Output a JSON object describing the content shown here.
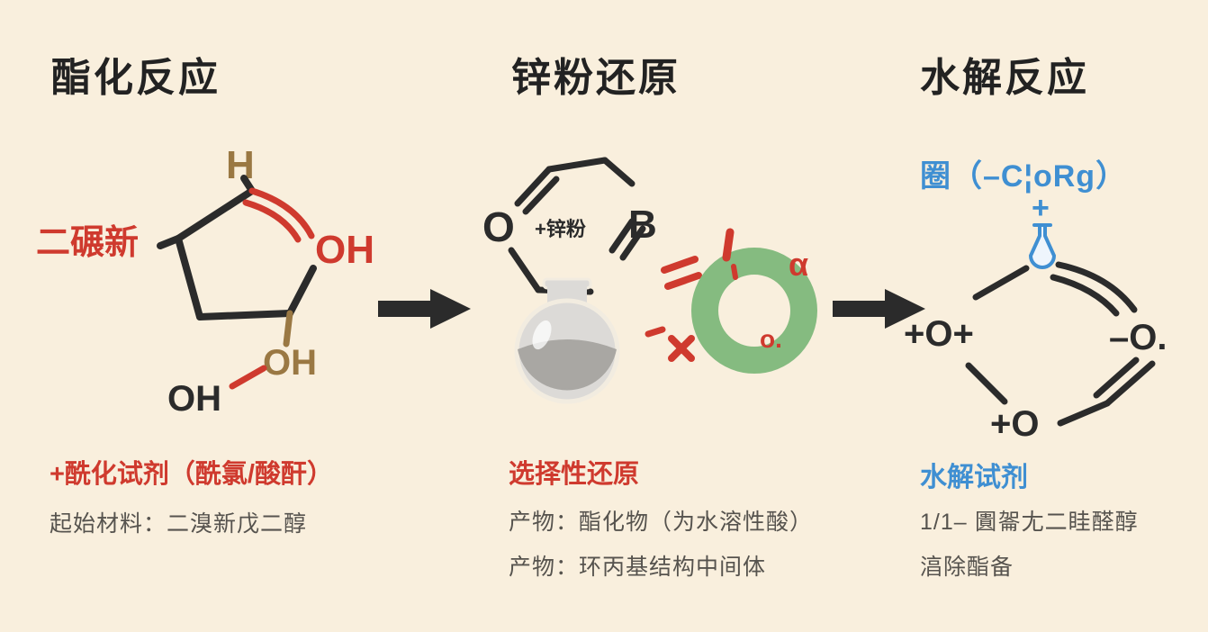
{
  "colors": {
    "background": "#f9efdd",
    "ink": "#2b2b2b",
    "red": "#cf3a2e",
    "brown": "#9a7843",
    "blue": "#3f8fd2",
    "green": "#85bb80",
    "gray_text": "#56534e"
  },
  "panel1": {
    "title": "酯化反应",
    "substituent": "二碾新",
    "h": "H",
    "oh_red": "OH",
    "oh_brown": "OH",
    "oh_black": "OH",
    "reagent": "+酰化试剂（酰氯/酸酐）",
    "note": "起始材料：二溴新戊二醇"
  },
  "panel2": {
    "title": "锌粉还原",
    "o": "O",
    "zinc": "+锌粉",
    "b": "B",
    "alpha": "α",
    "odot": "o.",
    "reagent": "选择性还原",
    "note1": "产物：酯化物（为水溶性酸）",
    "note2": "产物：环丙基结构中间体"
  },
  "panel3": {
    "title": "水解反应",
    "formula": "圈（–C¦oRg）",
    "plus": "+",
    "o_left": "+O+",
    "o_right": "–O.",
    "o_bottom": "+O",
    "reagent": "水解试剂",
    "note1": "1/1– 圚嗧尢二眭醛醇",
    "note2": "湻除酯备"
  }
}
